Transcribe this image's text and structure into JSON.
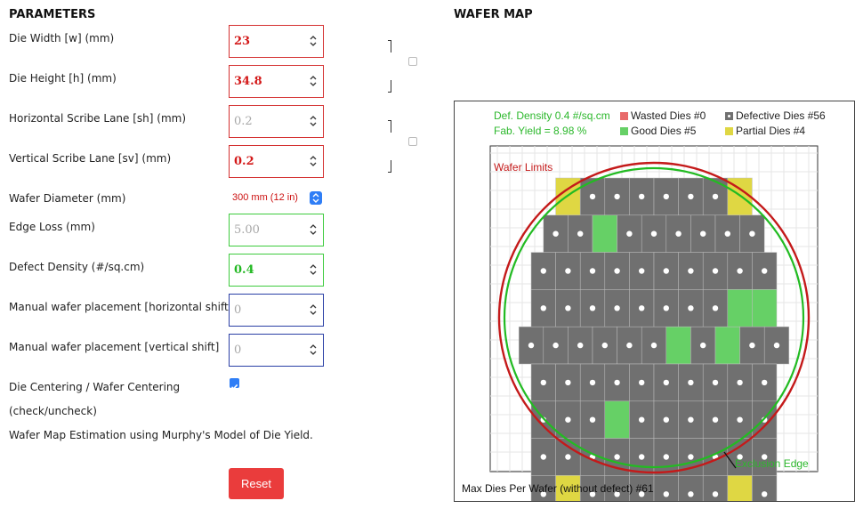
{
  "parameters": {
    "heading": "PARAMETERS",
    "die_width_label": "Die Width [w] (mm)",
    "die_width_value": "23",
    "die_height_label": "Die Height [h] (mm)",
    "die_height_value": "34.8",
    "h_scribe_label": "Horizontal Scribe Lane [sh] (mm)",
    "h_scribe_value": "0.2",
    "v_scribe_label": "Vertical Scribe Lane [sv] (mm)",
    "v_scribe_value": "0.2",
    "wafer_diameter_label": "Wafer Diameter (mm)",
    "wafer_diameter_value": "300 mm (12 in)",
    "edge_loss_label": "Edge Loss (mm)",
    "edge_loss_value": "5.00",
    "defect_density_label": "Defect Density (#/sq.cm)",
    "defect_density_value": "0.4",
    "h_shift_label": "Manual wafer placement [horizontal shift]",
    "h_shift_value": "0",
    "v_shift_label": "Manual wafer placement [vertical shift]",
    "v_shift_value": "0",
    "centering_label": "Die Centering / Wafer Centering",
    "centering_hint": "(check/uncheck)",
    "estimation_note": "Wafer Map Estimation using Murphy's Model of Die Yield.",
    "reset_label": "Reset"
  },
  "wafer_map": {
    "heading": "WAFER MAP",
    "def_density": "Def. Density 0.4 #/sq.cm",
    "fab_yield": "Fab. Yield = 8.98 %",
    "legend_wasted": "Wasted Dies #0",
    "legend_defective": "Defective Dies  #56",
    "legend_good": "Good Dies #5",
    "legend_partial": "Partial Dies #4",
    "wafer_limits": "Wafer Limits",
    "exclusion_edge": "Exclusion Edge",
    "max_dies": "Max Dies Per Wafer (without defect) #61",
    "colors": {
      "wasted": "#e86a6a",
      "defective": "#707070",
      "good": "#66d066",
      "partial": "#dfd743",
      "wafer_limit": "#c41a1a",
      "exclusion": "#22bb22",
      "accent": "#2f7ef6"
    },
    "die_grid": {
      "rows": [
        "P......P",
        "..G......",
        "..........",
        "........GG",
        "......G.G..",
        "..........",
        "...G......",
        "..........",
        ".P......P."
      ]
    }
  }
}
